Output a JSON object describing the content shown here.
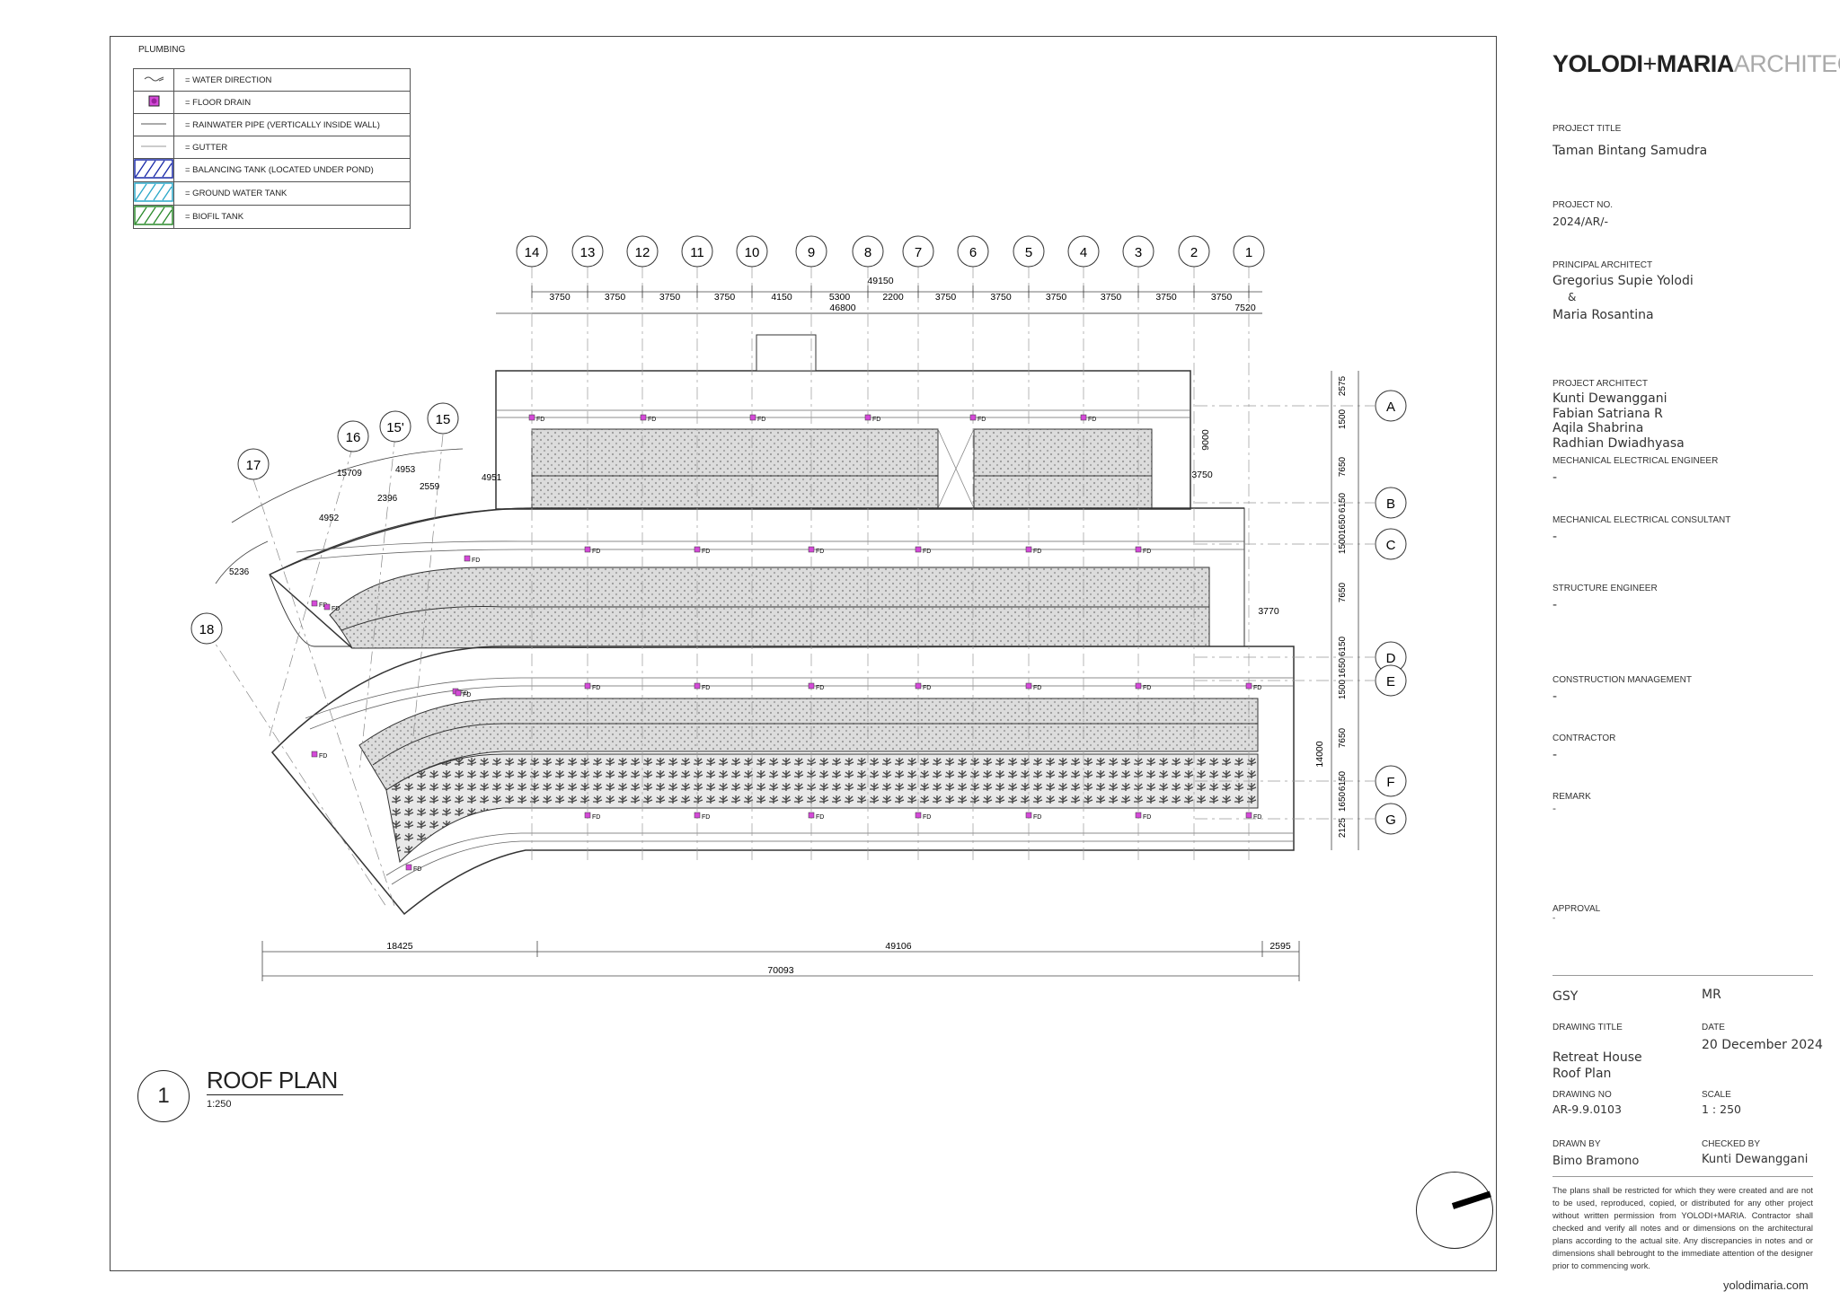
{
  "legend": {
    "title": "PLUMBING",
    "items": [
      {
        "label": "= WATER DIRECTION"
      },
      {
        "label": "= FLOOR DRAIN"
      },
      {
        "label": "= RAINWATER PIPE (VERTICALLY INSIDE WALL)"
      },
      {
        "label": "= GUTTER"
      },
      {
        "label": "= BALANCING TANK (LOCATED UNDER POND)"
      },
      {
        "label": "= GROUND WATER TANK"
      },
      {
        "label": "= BIOFIL TANK"
      }
    ]
  },
  "grid": {
    "columns": [
      "14",
      "13",
      "12",
      "11",
      "10",
      "9",
      "8",
      "7",
      "6",
      "5",
      "4",
      "3",
      "2",
      "1"
    ],
    "column_dims": [
      "3750",
      "3750",
      "3750",
      "3750",
      "4150",
      "5300",
      "2200",
      "3750",
      "3750",
      "3750",
      "3750",
      "3750",
      "3750"
    ],
    "column_total": "49150",
    "column_sub": "46800",
    "column_edge": "7520",
    "rows": [
      "A",
      "B",
      "C",
      "D",
      "E",
      "F",
      "G"
    ],
    "row_dims": [
      "2575",
      "1500",
      "7650",
      "6150",
      "1650",
      "1500",
      "7650",
      "6150",
      "1650",
      "1500",
      "7650",
      "6150",
      "1650",
      "2125"
    ],
    "row_extra": [
      "9000",
      "3750",
      "3770",
      "14000"
    ],
    "curve_grid": [
      "17",
      "16",
      "15'",
      "15",
      "18"
    ],
    "curve_dims": [
      "15709",
      "4953",
      "2396",
      "2559",
      "4951",
      "4952",
      "5236"
    ]
  },
  "drain_label": "FD",
  "bottom_dims": {
    "left": "18425",
    "middle": "49106",
    "right": "2595",
    "total": "70093"
  },
  "drawing_label": {
    "number": "1",
    "title": "ROOF PLAN",
    "scale": "1:250"
  },
  "title_block": {
    "logo_bold": "YOLODI",
    "logo_plus": "+",
    "logo_bold2": "MARIA",
    "logo_light": "ARCHITECTS",
    "project_title_label": "PROJECT TITLE",
    "project_title": "Taman Bintang Samudra",
    "project_no_label": "PROJECT NO.",
    "project_no": "2024/AR/-",
    "principal_label": "PRINCIPAL ARCHITECT",
    "principal_1": "Gregorius Supie Yolodi",
    "principal_amp": "&",
    "principal_2": "Maria Rosantina",
    "project_architect_label": "PROJECT ARCHITECT",
    "project_architects": [
      "Kunti Dewanggani",
      "Fabian Satriana R",
      "Aqila Shabrina",
      "Radhian Dwiadhyasa"
    ],
    "mee_label": "MECHANICAL ELECTRICAL ENGINEER",
    "mee": "-",
    "mec_label": "MECHANICAL ELECTRICAL CONSULTANT",
    "mec": "-",
    "structure_label": "STRUCTURE ENGINEER",
    "structure": "-",
    "cm_label": "CONSTRUCTION MANAGEMENT",
    "cm": "-",
    "contractor_label": "CONTRACTOR",
    "contractor": "-",
    "remark_label": "REMARK",
    "remark": "-",
    "approval_label": "APPROVAL",
    "approval": "-",
    "sign_1": "GSY",
    "sign_2": "MR",
    "drawing_title_label": "DRAWING TITLE",
    "drawing_title_1": "Retreat House",
    "drawing_title_2": "Roof Plan",
    "date_label": "DATE",
    "date": "20 December 2024",
    "drawing_no_label": "DRAWING NO",
    "drawing_no": "AR-9.9.0103",
    "scale_label": "SCALE",
    "scale": "1 : 250",
    "drawn_by_label": "DRAWN BY",
    "drawn_by": "Bimo Bramono",
    "checked_by_label": "CHECKED BY",
    "checked_by": "Kunti Dewanggani",
    "disclaimer": "The plans shall be restricted for which they were created and are not to be used, reproduced, copied, or distributed for any other project without written permission from YOLODI+MARIA. Contractor shall checked and verify all notes and or dimensions on the architectural plans according to the actual site. Any discrepancies in notes and or dimensions shall bebrought to the immediate attention of the designer prior to commencing work.",
    "website": "yolodimaria.com"
  }
}
